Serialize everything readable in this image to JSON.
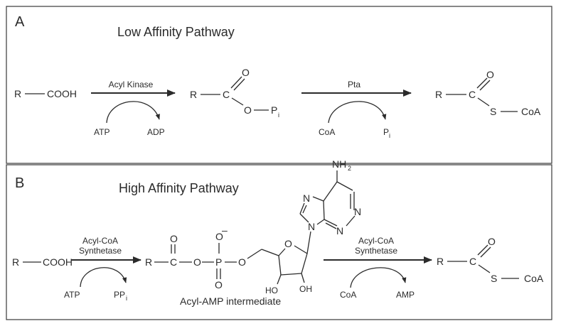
{
  "panel_a": {
    "letter": "A",
    "title": "Low Affinity Pathway",
    "step1": {
      "enzyme": "Acyl Kinase",
      "cofactor_in": "ATP",
      "cofactor_out": "ADP"
    },
    "step2": {
      "enzyme": "Pta",
      "cofactor_in": "CoA",
      "cofactor_out": "P",
      "cofactor_out_sub": "i"
    },
    "substrate": {
      "r": "R",
      "group": "COOH"
    },
    "intermediate": {
      "r": "R",
      "c": "C",
      "o_double": "O",
      "o_single": "O",
      "p": "P",
      "p_sub": "i"
    },
    "product": {
      "r": "R",
      "c": "C",
      "o_double": "O",
      "s": "S",
      "coa": "CoA"
    }
  },
  "panel_b": {
    "letter": "B",
    "title": "High Affinity Pathway",
    "step1": {
      "enzyme_line1": "Acyl-CoA",
      "enzyme_line2": "Synthetase",
      "cofactor_in": "ATP",
      "cofactor_out": "PP",
      "cofactor_out_sub": "i"
    },
    "step2": {
      "enzyme_line1": "Acyl-CoA",
      "enzyme_line2": "Synthetase",
      "cofactor_in": "CoA",
      "cofactor_out": "AMP"
    },
    "substrate": {
      "r": "R",
      "group": "COOH"
    },
    "intermediate": {
      "r": "R",
      "c": "C",
      "o_carbonyl": "O",
      "o_bridge1": "O",
      "p": "P",
      "o_minus": "O",
      "minus": "–",
      "o_phos_double": "O",
      "o_bridge2": "O",
      "ring_o": "O",
      "ho": "HO",
      "oh": "OH",
      "nh2": "NH",
      "nh2_sub": "2",
      "n1": "N",
      "n3": "N",
      "n7": "N",
      "n9": "N",
      "label": "Acyl-AMP intermediate"
    },
    "product": {
      "r": "R",
      "c": "C",
      "o_double": "O",
      "s": "S",
      "coa": "CoA"
    }
  }
}
